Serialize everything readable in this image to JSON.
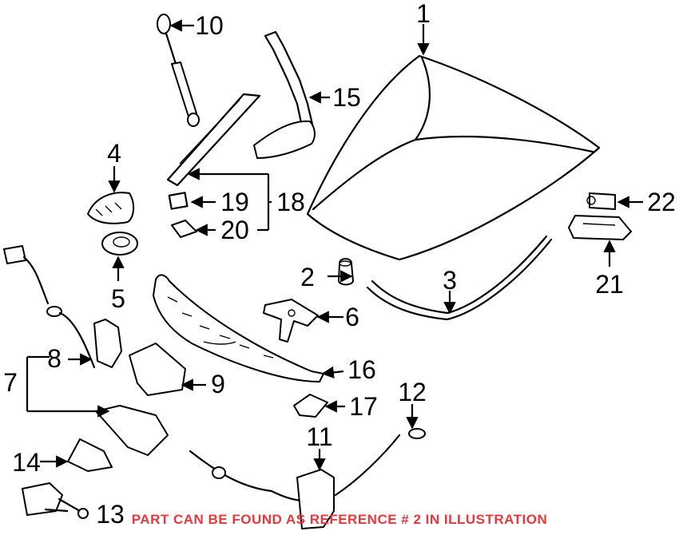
{
  "callouts": [
    {
      "id": "1",
      "label": "1"
    },
    {
      "id": "2",
      "label": "2"
    },
    {
      "id": "3",
      "label": "3"
    },
    {
      "id": "4",
      "label": "4"
    },
    {
      "id": "5",
      "label": "5"
    },
    {
      "id": "6",
      "label": "6"
    },
    {
      "id": "7",
      "label": "7"
    },
    {
      "id": "8",
      "label": "8"
    },
    {
      "id": "9",
      "label": "9"
    },
    {
      "id": "10",
      "label": "10"
    },
    {
      "id": "11",
      "label": "11"
    },
    {
      "id": "12",
      "label": "12"
    },
    {
      "id": "13",
      "label": "13"
    },
    {
      "id": "14",
      "label": "14"
    },
    {
      "id": "15",
      "label": "15"
    },
    {
      "id": "16",
      "label": "16"
    },
    {
      "id": "17",
      "label": "17"
    },
    {
      "id": "18",
      "label": "18"
    },
    {
      "id": "19",
      "label": "19"
    },
    {
      "id": "20",
      "label": "20"
    },
    {
      "id": "21",
      "label": "21"
    },
    {
      "id": "22",
      "label": "22"
    }
  ],
  "notice": "PART CAN BE FOUND AS REFERENCE # 2 IN ILLUSTRATION",
  "colors": {
    "notice": "#e8383d",
    "line": "#000000",
    "background": "#ffffff"
  }
}
